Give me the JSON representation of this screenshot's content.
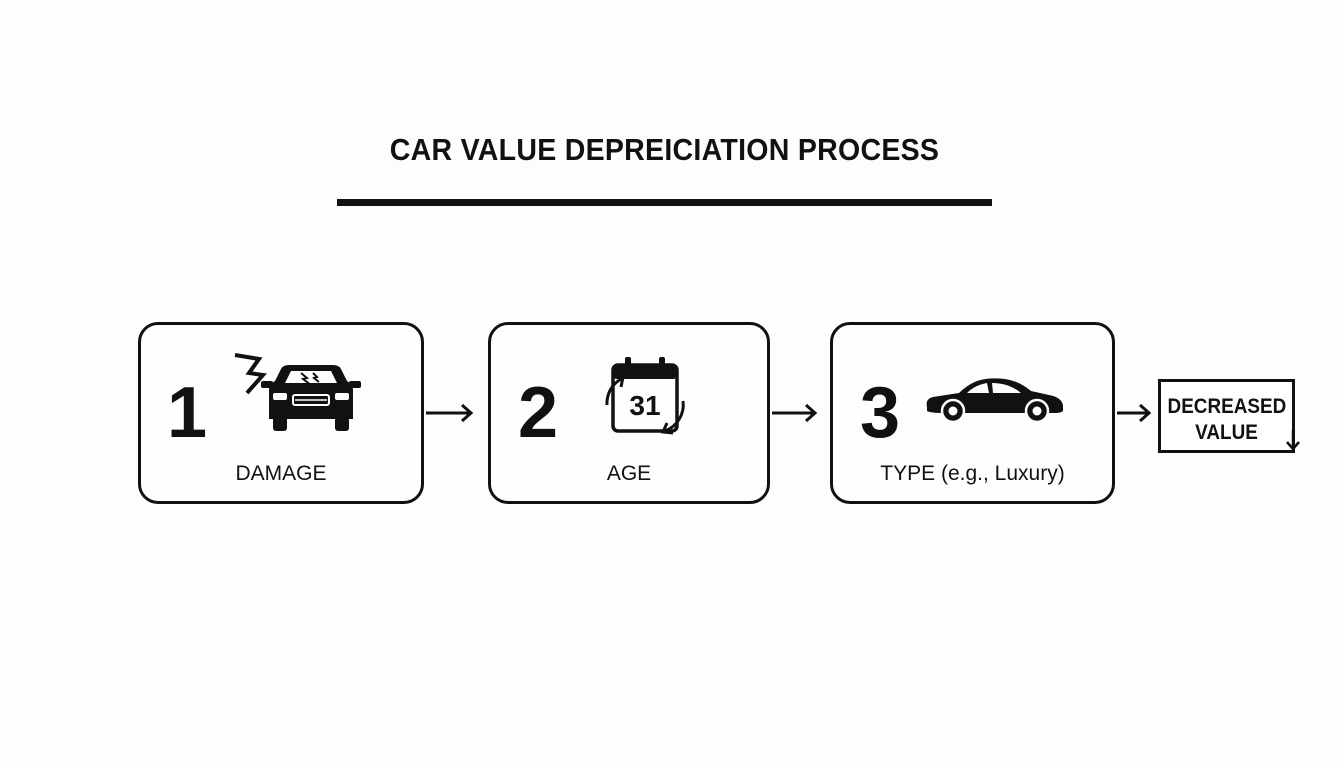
{
  "diagram": {
    "title": "CAR VALUE DEPREICIATION PROCESS",
    "steps": [
      {
        "number": "1",
        "label": "DAMAGE",
        "icon": "damaged-car-icon"
      },
      {
        "number": "2",
        "label": "AGE",
        "icon": "calendar-icon"
      },
      {
        "number": "3",
        "label": "TYPE (e.g., Luxury)",
        "icon": "luxury-car-icon"
      }
    ],
    "calendar_day": "31",
    "result": {
      "line1": "DECREASED",
      "line2": "VALUE"
    }
  }
}
